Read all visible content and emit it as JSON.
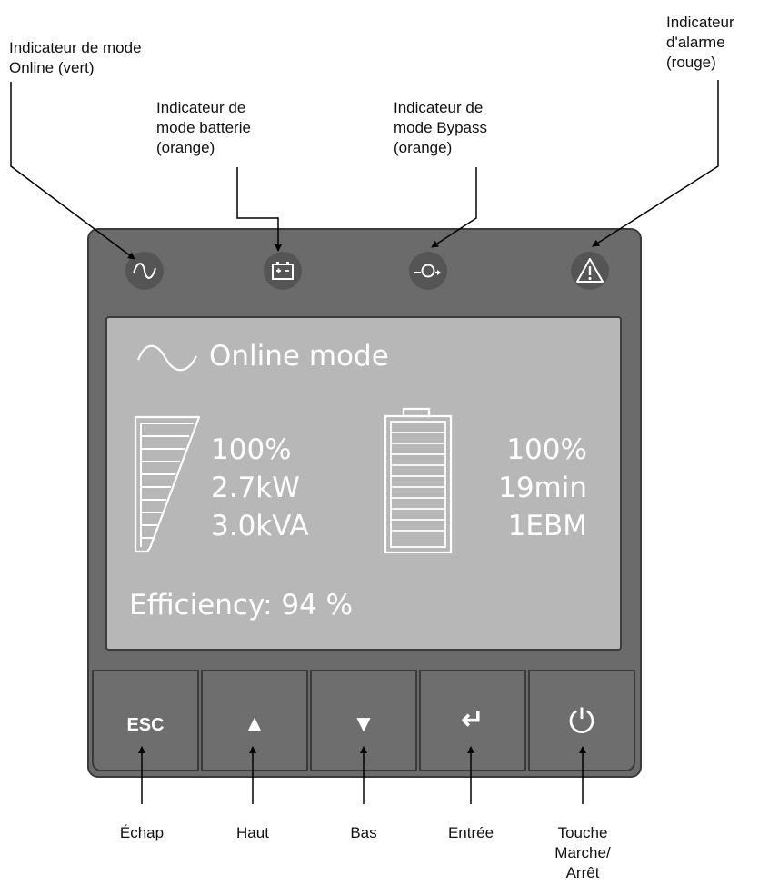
{
  "callouts": {
    "online": "Indicateur de mode\nOnline (vert)",
    "battery": "Indicateur de\nmode batterie\n(orange)",
    "bypass": "Indicateur de\nmode Bypass\n(orange)",
    "alarm": "Indicateur\nd'alarme\n(rouge)"
  },
  "screen": {
    "mode_title": "Online mode",
    "load_percent": "100%",
    "load_kw": "2.7kW",
    "load_kva": "3.0kVA",
    "battery_percent": "100%",
    "runtime": "19min",
    "ebm": "1EBM",
    "efficiency": "Efficiency: 94 %"
  },
  "buttons": {
    "esc_label": "ESC",
    "up_glyph": "▲",
    "down_glyph": "▼",
    "enter_glyph": "↵",
    "power_glyph": "⏻"
  },
  "bottom_labels": {
    "esc": "Échap",
    "up": "Haut",
    "down": "Bas",
    "enter": "Entrée",
    "power": "Touche\nMarche/\nArrêt"
  },
  "icons": {
    "online": "sine-wave-icon",
    "battery": "battery-icon",
    "bypass": "bypass-icon",
    "alarm": "warning-icon"
  }
}
